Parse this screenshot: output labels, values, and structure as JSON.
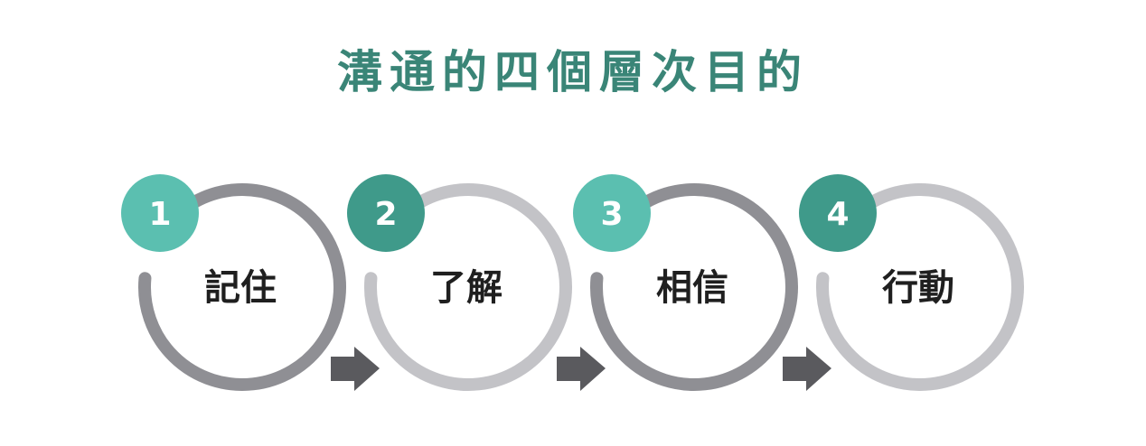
{
  "title": "溝通的四個層次目的",
  "steps": [
    {
      "number": "1",
      "label": "記住",
      "badge_color": "#5bbfb0",
      "ring_color": "#8f8f94"
    },
    {
      "number": "2",
      "label": "了解",
      "badge_color": "#3f9a8a",
      "ring_color": "#c3c3c7"
    },
    {
      "number": "3",
      "label": "相信",
      "badge_color": "#5bbfb0",
      "ring_color": "#8f8f94"
    },
    {
      "number": "4",
      "label": "行動",
      "badge_color": "#3f9a8a",
      "ring_color": "#c3c3c7"
    }
  ],
  "arrow_color": "#5a5a5e",
  "title_color": "#3a8577"
}
